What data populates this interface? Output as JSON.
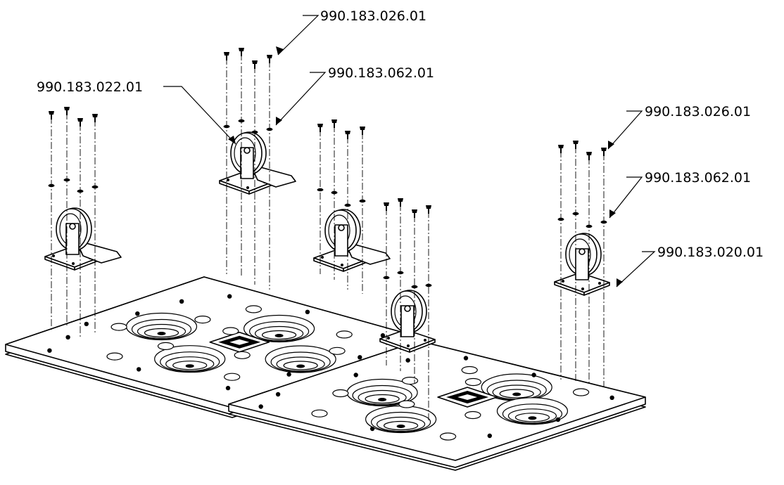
{
  "callouts": [
    {
      "id": "c1",
      "text": "990.183.026.01"
    },
    {
      "id": "c2",
      "text": "990.183.062.01"
    },
    {
      "id": "c3",
      "text": "990.183.022.01"
    },
    {
      "id": "c4",
      "text": "990.183.026.01"
    },
    {
      "id": "c5",
      "text": "990.183.062.01"
    },
    {
      "id": "c6",
      "text": "990.183.020.01"
    }
  ]
}
